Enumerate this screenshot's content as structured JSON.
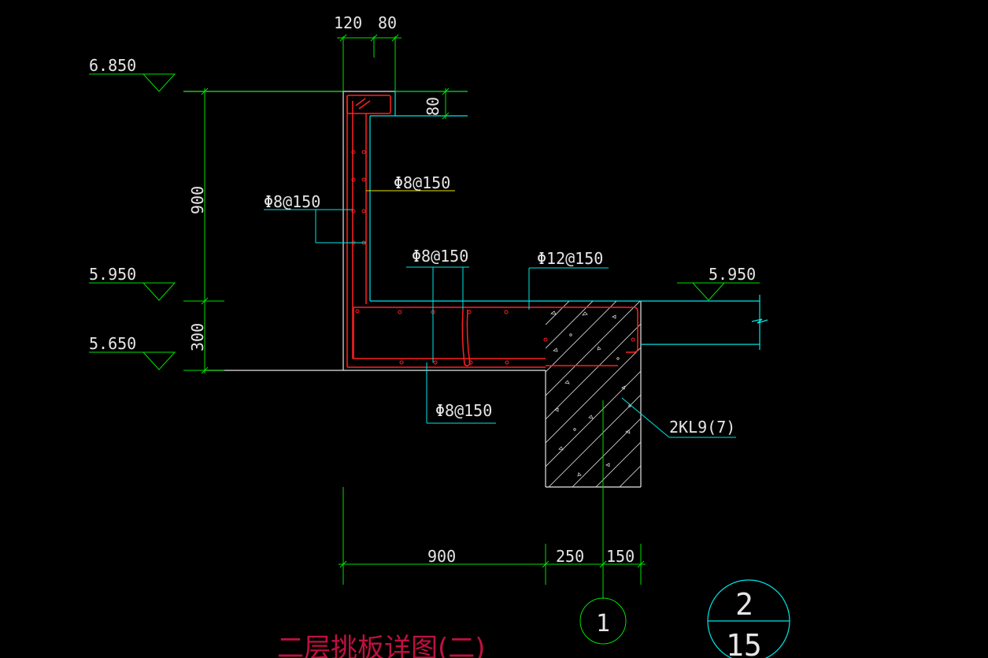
{
  "colors": {
    "background": "#000000",
    "dimension": "#00e000",
    "outline": "#e6e6e6",
    "cyan": "#00e6e6",
    "rebar": "#ff2020",
    "leader_yellow": "#e6e600",
    "title": "#c01040",
    "hatch": "#d0d0d0"
  },
  "dimensions": {
    "top_left": "120",
    "top_right": "80",
    "thickness": "80",
    "parapet_height": "900",
    "slab_thickness": "300",
    "bottom_span": "900",
    "beam_width": "250",
    "beam_offset": "150"
  },
  "elevations": {
    "top": "6.850",
    "floor_left": "5.950",
    "bottom": "5.650",
    "floor_right": "5.950"
  },
  "rebar_labels": {
    "vertical_inner": "Φ8@150",
    "vertical_outer": "Φ8@150",
    "slab_mid": "Φ8@150",
    "slab_top": "Φ12@150",
    "slab_bottom": "Φ8@150"
  },
  "beam_label": "2KL9(7)",
  "axis_label": "1",
  "detail_ref": {
    "number": "2",
    "sheet": "15"
  },
  "title": "二层挑板详图(二)"
}
